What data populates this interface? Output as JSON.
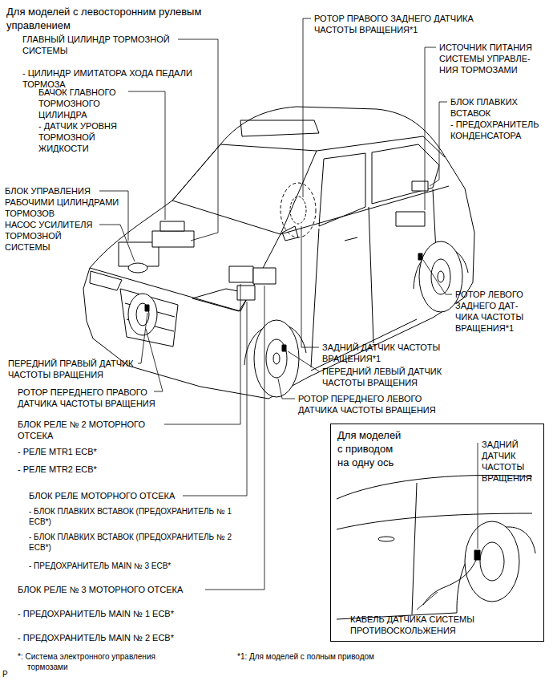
{
  "diagram": {
    "title": "Для моделей с левосторонним рулевым управлением",
    "nodes": [
      {
        "text": [
          "Для моделей с приводом на одну ось",
          "ЗАДНИЙ ДАТЧИК ЧАСТОТЫ ВРАЩЕНИЯ",
          "КАБЕЛЬ ДАТЧИКА СИСТЕМЫ ПРОТИВОСКОЛЬЖЕНИЯ"
        ]
      }
    ],
    "labels": [
      "ГЛАВНЫЙ ЦИЛИНДР ТОРМОЗНОЙ СИСТЕМЫ",
      "- ЦИЛИНДР ИМИТАТОРА ХОДА ПЕДАЛИ ТОРМОЗА",
      "БАЧОК ГЛАВНОГО ТОРМОЗНОГО ЦИЛИНДРА",
      "- ДАТЧИК УРОВНЯ ТОРМОЗНОЙ ЖИДКОСТИ",
      "БЛОК УПРАВЛЕНИЯ РАБОЧИМИ ЦИЛИНДРАМИ ТОРМОЗОВ",
      "НАСОС УСИЛИТЕЛЯ ТОРМОЗНОЙ СИСТЕМЫ",
      "РОТОР ПРАВОГО ЗАДНЕГО ДАТЧИКА ЧАСТОТЫ ВРАЩЕНИЯ*1",
      "ИСТОЧНИК ПИТАНИЯ СИСТЕМЫ УПРАВЛЕ- НИЯ ТОРМОЗАМИ",
      "БЛОК ПЛАВКИХ ВСТАВОК",
      "- ПРЕДОХРАНИТЕЛЬ КОНДЕНСАТОРА",
      "РОТОР ЛЕВОГО ЗАДНЕГО ДАТ- ЧИКА ЧАСТОТЫ ВРАЩЕНИЯ*1",
      "ЗАДНИЙ ДАТЧИК ЧАСТОТЫ ВРАЩЕНИЯ*1",
      "ПЕРЕДНИЙ ЛЕВЫЙ ДАТЧИК ЧАСТОТЫ ВРАЩЕНИЯ",
      "ПЕРЕДНИЙ ПРАВЫЙ ДАТЧИК ЧАСТОТЫ ВРАЩЕНИЯ",
      "РОТОР ПЕРЕДНЕГО ПРАВОГО ДАТЧИКА ЧАСТОТЫ ВРАЩЕНИЯ",
      "РОТОР ПЕРЕДНЕГО ЛЕВОГО ДАТЧИКА ЧАСТОТЫ ВРАЩЕНИЯ",
      "БЛОК РЕЛЕ № 2 МОТОРНОГО ОТСЕКА",
      "- РЕЛЕ MTR1 ECB*",
      "- РЕЛЕ MTR2 ECB*",
      "БЛОК РЕЛЕ МОТОРНОГО ОТСЕКА",
      "- БЛОК ПЛАВКИХ ВСТАВОК (ПРЕДОХРАНИТЕЛЬ № 1 ECB*)",
      "- БЛОК ПЛАВКИХ ВСТАВОК (ПРЕДОХРАНИТЕЛЬ № 2 ECB*)",
      "- ПРЕДОХРАНИТЕЛЬ MAIN № 3 ECB*",
      "БЛОК РЕЛЕ № 3 МОТОРНОГО ОТСЕКА",
      "- ПРЕДОХРАНИТЕЛЬ MAIN № 1 ECB*",
      "- ПРЕДОХРАНИТЕЛЬ MAIN № 2 ECB*",
      "*: Система электронного управления тормозами",
      "*1: Для моделей с полным приводом",
      "P"
    ]
  }
}
